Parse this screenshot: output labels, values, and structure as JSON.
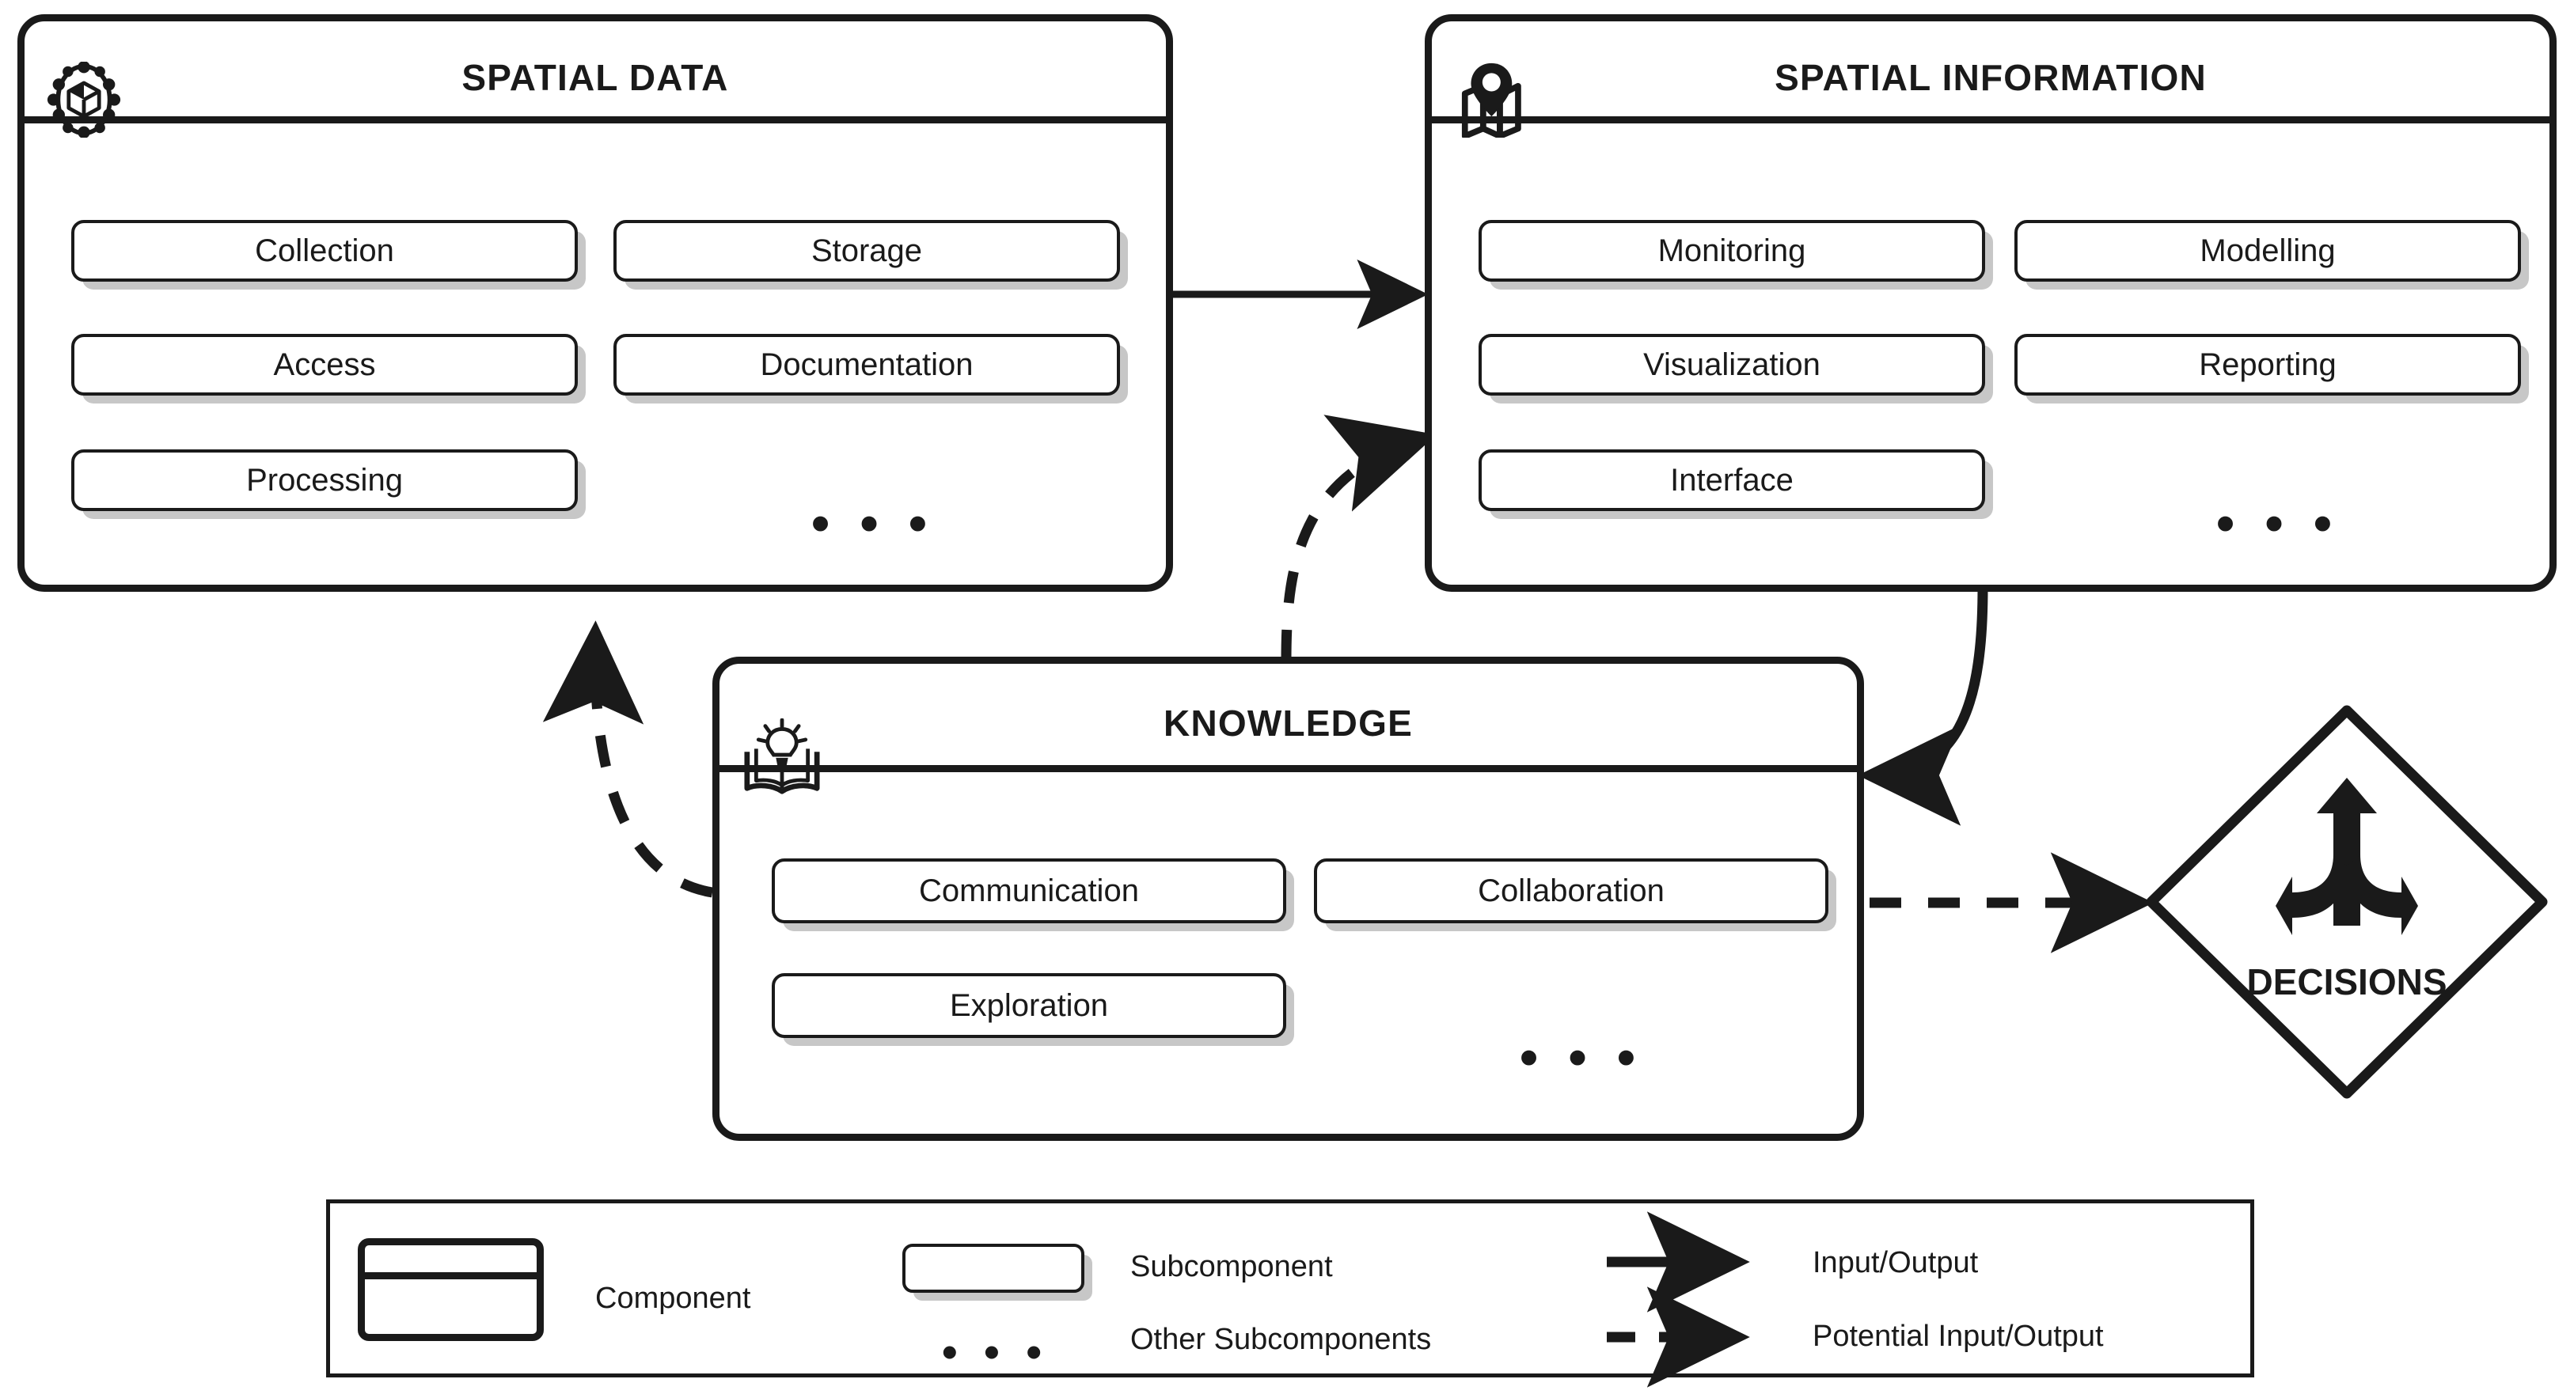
{
  "diagram": {
    "title_note": "Spatial Data → Spatial Information → Knowledge → Decisions framework",
    "ellipsis": "• • •"
  },
  "components": [
    {
      "id": "spatial-data",
      "title": "SPATIAL DATA",
      "icon": "cube-network-icon",
      "subcomponents": [
        "Collection",
        "Storage",
        "Access",
        "Documentation",
        "Processing"
      ],
      "other_marker": "• • •"
    },
    {
      "id": "spatial-information",
      "title": "SPATIAL INFORMATION",
      "icon": "map-pin-icon",
      "subcomponents": [
        "Monitoring",
        "Modelling",
        "Visualization",
        "Reporting",
        "Interface"
      ],
      "other_marker": "• • •"
    },
    {
      "id": "knowledge",
      "title": "KNOWLEDGE",
      "icon": "book-lightbulb-icon",
      "subcomponents": [
        "Communication",
        "Collaboration",
        "Exploration"
      ],
      "other_marker": "• • •"
    }
  ],
  "decision": {
    "label": "DECISIONS",
    "icon": "three-way-arrow-icon"
  },
  "connections": [
    {
      "from": "spatial-data",
      "to": "spatial-information",
      "style": "solid",
      "label": "Input/Output"
    },
    {
      "from": "knowledge",
      "to": "spatial-information",
      "style": "dashed",
      "label": "Potential Input/Output"
    },
    {
      "from": "spatial-information",
      "to": "knowledge",
      "style": "solid",
      "label": "Input/Output"
    },
    {
      "from": "knowledge",
      "to": "spatial-data",
      "style": "dashed",
      "label": "Potential Input/Output"
    },
    {
      "from": "knowledge",
      "to": "decisions",
      "style": "dashed",
      "label": "Potential Input/Output"
    }
  ],
  "legend": {
    "items": [
      {
        "key": "component",
        "label": "Component",
        "glyph": "component-swatch"
      },
      {
        "key": "subcomponent",
        "label": "Subcomponent",
        "glyph": "subcomponent-swatch"
      },
      {
        "key": "other-subcomponents",
        "label": "Other Subcomponents",
        "glyph": "ellipsis-swatch"
      },
      {
        "key": "input-output",
        "label": "Input/Output",
        "glyph": "solid-arrow-swatch"
      },
      {
        "key": "potential-io",
        "label": "Potential Input/Output",
        "glyph": "dashed-arrow-swatch"
      }
    ]
  },
  "colors": {
    "ink": "#1a1a1a",
    "paper": "#ffffff",
    "shadow": "#bfbfbf"
  }
}
